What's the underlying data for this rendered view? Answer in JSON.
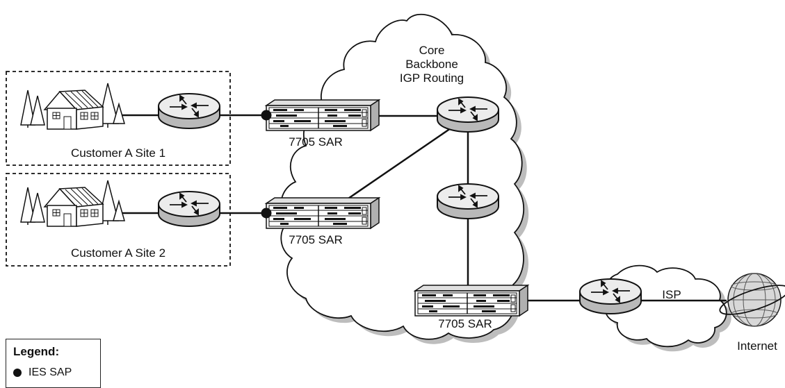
{
  "cloud_core": {
    "line1": "Core",
    "line2": "Backbone",
    "line3": "IGP Routing"
  },
  "sites": [
    {
      "label": "Customer A Site 1"
    },
    {
      "label": "Customer A Site 2"
    }
  ],
  "devices": {
    "sar1": "7705 SAR",
    "sar2": "7705 SAR",
    "sar3": "7705 SAR"
  },
  "isp": {
    "label": "ISP"
  },
  "internet": {
    "label": "Internet"
  },
  "legend": {
    "title": "Legend:",
    "items": [
      {
        "label": "IES SAP",
        "symbol": "filled-circle"
      }
    ]
  },
  "colors": {
    "stroke": "#111111",
    "shadow": "#bdbdbd",
    "router_top": "#e8e8e8",
    "router_side": "#b9b9b9"
  }
}
